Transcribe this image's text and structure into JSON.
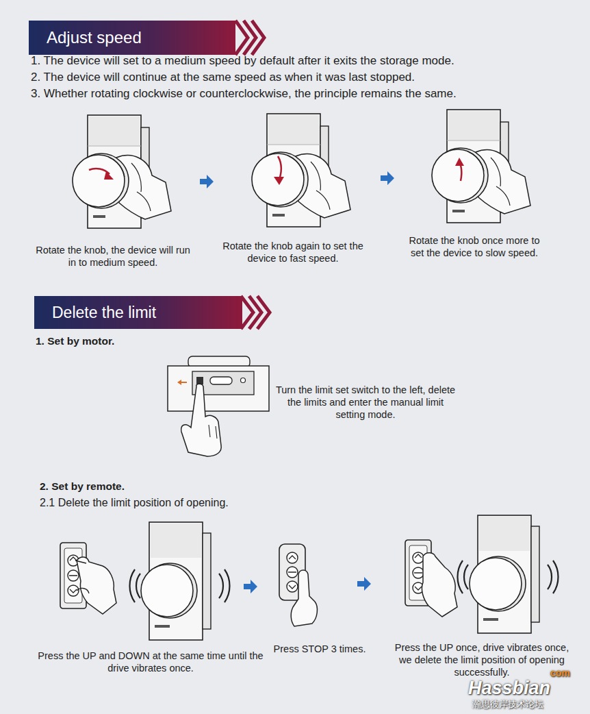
{
  "diagram": {
    "nodes": [
      {
        "text": [
          "Adjust speed"
        ]
      },
      {
        "text": [
          "Delete the limit"
        ]
      }
    ],
    "labels": [
      "1. The device will set to a medium speed by default after it exits the storage mode.",
      "2. The device will continue at the same speed as when it was last stopped.",
      "3. Whether rotating clockwise or counterclockwise, the principle remains the same.",
      "Rotate the knob, the device will run in to medium speed.",
      "Rotate the knob again to set the device to fast speed.",
      "Rotate the knob once more to set the device to slow speed.",
      "1. Set by motor.",
      "Turn the limit set switch to the left, delete the limits and enter the manual limit setting mode.",
      "2. Set by remote.",
      "2.1 Delete the limit position of opening.",
      "Press the UP and DOWN at the same time until the drive vibrates once.",
      "Press STOP 3 times.",
      "Press the UP once, drive vibrates once, we delete the limit position of opening successfully.",
      "com",
      "Hassbian",
      "瀚思彼岸技术论坛"
    ]
  }
}
